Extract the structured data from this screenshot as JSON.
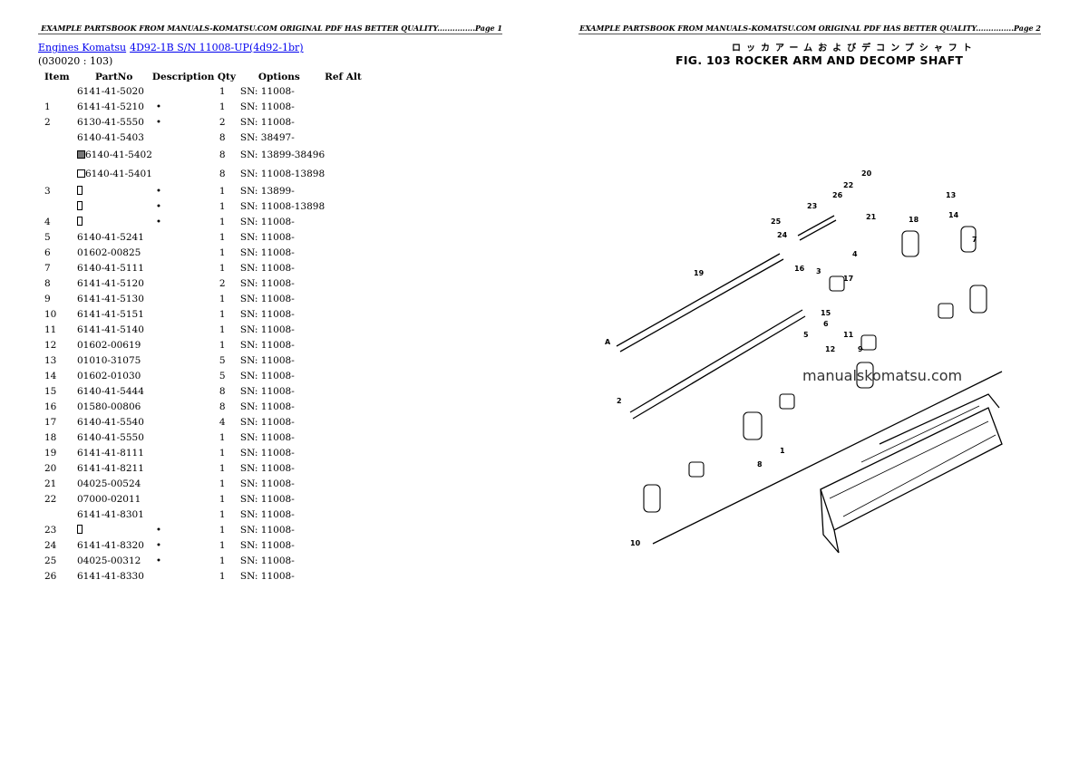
{
  "page1": {
    "header": "EXAMPLE PARTSBOOK FROM MANUALS-KOMATSU.COM ORIGINAL PDF HAS BETTER QUALITY...............Page 1"
  },
  "page2": {
    "header": "EXAMPLE PARTSBOOK FROM MANUALS-KOMATSU.COM ORIGINAL PDF HAS BETTER QUALITY...............Page 2"
  },
  "breadcrumb": {
    "link1": "Engines Komatsu",
    "link2": "4D92-1B S/N 11008-UP(4d92-1br)"
  },
  "code": "(030020 : 103)",
  "table": {
    "headers": [
      "Item",
      "PartNo",
      "Description",
      "Qty",
      "Options",
      "Ref Alt"
    ],
    "rows": [
      {
        "item": "",
        "part": "6141-41-5020",
        "desc": "",
        "qty": "1",
        "opt": "SN: 11008-"
      },
      {
        "item": "1",
        "part": "6141-41-5210",
        "desc": "•",
        "qty": "1",
        "opt": "SN: 11008-"
      },
      {
        "item": "2",
        "part": "6130-41-5550",
        "desc": "•",
        "qty": "2",
        "opt": "SN: 11008-"
      },
      {
        "item": "",
        "part": "6140-41-5403",
        "desc": "",
        "qty": "8",
        "opt": "SN: 38497-"
      },
      {
        "item": "",
        "part": "6140-41-5402",
        "mark": "filled",
        "desc": "",
        "qty": "8",
        "opt": "SN: 13899-38496"
      },
      {
        "item": "",
        "part": "6140-41-5401",
        "mark": "empty",
        "desc": "",
        "qty": "8",
        "opt": "SN: 11008-13898"
      },
      {
        "item": "3",
        "part": "",
        "mark": "ph",
        "desc": "•",
        "qty": "1",
        "opt": "SN: 13899-"
      },
      {
        "item": "",
        "part": "",
        "mark": "ph",
        "desc": "•",
        "qty": "1",
        "opt": "SN: 11008-13898"
      },
      {
        "item": "4",
        "part": "",
        "mark": "ph",
        "desc": "•",
        "qty": "1",
        "opt": "SN: 11008-"
      },
      {
        "item": "5",
        "part": "6140-41-5241",
        "desc": "",
        "qty": "1",
        "opt": "SN: 11008-"
      },
      {
        "item": "6",
        "part": "01602-00825",
        "desc": "",
        "qty": "1",
        "opt": "SN: 11008-"
      },
      {
        "item": "7",
        "part": "6140-41-5111",
        "desc": "",
        "qty": "1",
        "opt": "SN: 11008-"
      },
      {
        "item": "8",
        "part": "6141-41-5120",
        "desc": "",
        "qty": "2",
        "opt": "SN: 11008-"
      },
      {
        "item": "9",
        "part": "6141-41-5130",
        "desc": "",
        "qty": "1",
        "opt": "SN: 11008-"
      },
      {
        "item": "10",
        "part": "6141-41-5151",
        "desc": "",
        "qty": "1",
        "opt": "SN: 11008-"
      },
      {
        "item": "11",
        "part": "6141-41-5140",
        "desc": "",
        "qty": "1",
        "opt": "SN: 11008-"
      },
      {
        "item": "12",
        "part": "01602-00619",
        "desc": "",
        "qty": "1",
        "opt": "SN: 11008-"
      },
      {
        "item": "13",
        "part": "01010-31075",
        "desc": "",
        "qty": "5",
        "opt": "SN: 11008-"
      },
      {
        "item": "14",
        "part": "01602-01030",
        "desc": "",
        "qty": "5",
        "opt": "SN: 11008-"
      },
      {
        "item": "15",
        "part": "6140-41-5444",
        "desc": "",
        "qty": "8",
        "opt": "SN: 11008-"
      },
      {
        "item": "16",
        "part": "01580-00806",
        "desc": "",
        "qty": "8",
        "opt": "SN: 11008-"
      },
      {
        "item": "17",
        "part": "6140-41-5540",
        "desc": "",
        "qty": "4",
        "opt": "SN: 11008-"
      },
      {
        "item": "18",
        "part": "6140-41-5550",
        "desc": "",
        "qty": "1",
        "opt": "SN: 11008-"
      },
      {
        "item": "19",
        "part": "6141-41-8111",
        "desc": "",
        "qty": "1",
        "opt": "SN: 11008-"
      },
      {
        "item": "20",
        "part": "6141-41-8211",
        "desc": "",
        "qty": "1",
        "opt": "SN: 11008-"
      },
      {
        "item": "21",
        "part": "04025-00524",
        "desc": "",
        "qty": "1",
        "opt": "SN: 11008-"
      },
      {
        "item": "22",
        "part": "07000-02011",
        "desc": "",
        "qty": "1",
        "opt": "SN: 11008-"
      },
      {
        "item": "",
        "part": "6141-41-8301",
        "desc": "",
        "qty": "1",
        "opt": "SN: 11008-"
      },
      {
        "item": "23",
        "part": "",
        "mark": "ph",
        "desc": "•",
        "qty": "1",
        "opt": "SN: 11008-"
      },
      {
        "item": "24",
        "part": "6141-41-8320",
        "desc": "•",
        "qty": "1",
        "opt": "SN: 11008-"
      },
      {
        "item": "25",
        "part": "04025-00312",
        "desc": "•",
        "qty": "1",
        "opt": "SN: 11008-"
      },
      {
        "item": "26",
        "part": "6141-41-8330",
        "desc": "",
        "qty": "1",
        "opt": "SN: 11008-"
      }
    ]
  },
  "figure": {
    "title_jp": "ロッカアームおよびデコンプシャフト",
    "title": "FIG. 103  ROCKER ARM AND DECOMP SHAFT",
    "watermark": "manualskomatsu.com",
    "callouts": [
      "20",
      "22",
      "26",
      "23",
      "25",
      "24",
      "21",
      "13",
      "14",
      "18",
      "7",
      "19",
      "16",
      "3",
      "4",
      "17",
      "15",
      "2",
      "9",
      "12",
      "11",
      "5",
      "10",
      "6",
      "8",
      "1",
      "A"
    ]
  }
}
